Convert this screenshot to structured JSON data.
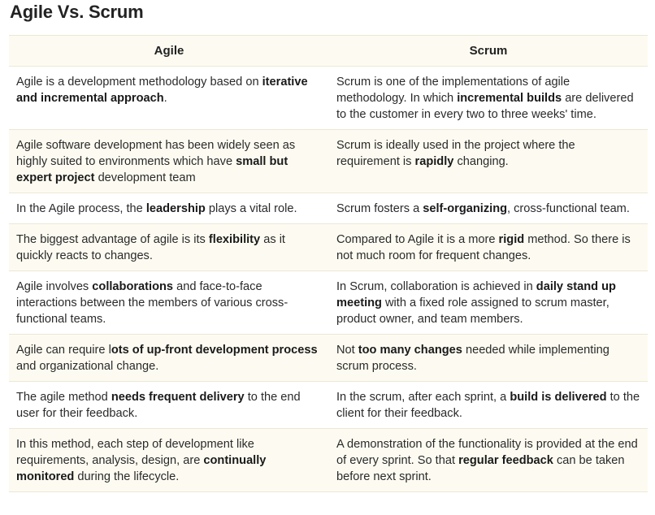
{
  "title": "Agile Vs. Scrum",
  "headers": {
    "agile": "Agile",
    "scrum": "Scrum"
  },
  "rows": [
    {
      "agile": [
        {
          "t": "Agile is a development methodology based on "
        },
        {
          "t": "iterative and incremental approach",
          "b": true
        },
        {
          "t": "."
        }
      ],
      "scrum": [
        {
          "t": "Scrum is one of the implementations of agile methodology. In which "
        },
        {
          "t": "incremental builds",
          "b": true
        },
        {
          "t": " are delivered to the customer in every two to three weeks' time."
        }
      ]
    },
    {
      "agile": [
        {
          "t": "Agile software development has been widely seen as highly suited to environments which have "
        },
        {
          "t": "small but expert project",
          "b": true
        },
        {
          "t": " development team"
        }
      ],
      "scrum": [
        {
          "t": "Scrum is ideally used in the project where the requirement is "
        },
        {
          "t": "rapidly",
          "b": true
        },
        {
          "t": " changing."
        }
      ]
    },
    {
      "agile": [
        {
          "t": "In the Agile process, the "
        },
        {
          "t": "leadership",
          "b": true
        },
        {
          "t": " plays a vital role."
        }
      ],
      "scrum": [
        {
          "t": "Scrum fosters a "
        },
        {
          "t": "self-organizing",
          "b": true
        },
        {
          "t": ", cross-functional team."
        }
      ]
    },
    {
      "agile": [
        {
          "t": "The biggest advantage of agile is its "
        },
        {
          "t": "flexibility",
          "b": true
        },
        {
          "t": " as it quickly reacts to changes."
        }
      ],
      "scrum": [
        {
          "t": "Compared to Agile it is a more "
        },
        {
          "t": "rigid",
          "b": true
        },
        {
          "t": " method. So there is not much room for frequent changes."
        }
      ]
    },
    {
      "agile": [
        {
          "t": "Agile involves "
        },
        {
          "t": "collaborations",
          "b": true
        },
        {
          "t": " and face-to-face interactions between the members of various cross-functional teams."
        }
      ],
      "scrum": [
        {
          "t": "In Scrum, collaboration is achieved in "
        },
        {
          "t": "daily stand up meeting",
          "b": true
        },
        {
          "t": " with a fixed role assigned to scrum master, product owner, and team members."
        }
      ]
    },
    {
      "agile": [
        {
          "t": "Agile can require l"
        },
        {
          "t": "ots of up-front development process",
          "b": true
        },
        {
          "t": " and organizational change."
        }
      ],
      "scrum": [
        {
          "t": "Not "
        },
        {
          "t": "too many changes",
          "b": true
        },
        {
          "t": " needed while implementing scrum process."
        }
      ]
    },
    {
      "agile": [
        {
          "t": "The agile method "
        },
        {
          "t": "needs frequent delivery",
          "b": true
        },
        {
          "t": " to the end user for their feedback."
        }
      ],
      "scrum": [
        {
          "t": "In the scrum, after each sprint, a "
        },
        {
          "t": "build is delivered",
          "b": true
        },
        {
          "t": " to the client for their feedback."
        }
      ]
    },
    {
      "agile": [
        {
          "t": "In this method, each step of development like requirements, analysis, design, are "
        },
        {
          "t": "continually monitored",
          "b": true
        },
        {
          "t": " during the lifecycle."
        }
      ],
      "scrum": [
        {
          "t": "A demonstration of the functionality is provided at the end of every sprint. So that "
        },
        {
          "t": "regular feedback",
          "b": true
        },
        {
          "t": " can be taken before next sprint."
        }
      ]
    }
  ]
}
